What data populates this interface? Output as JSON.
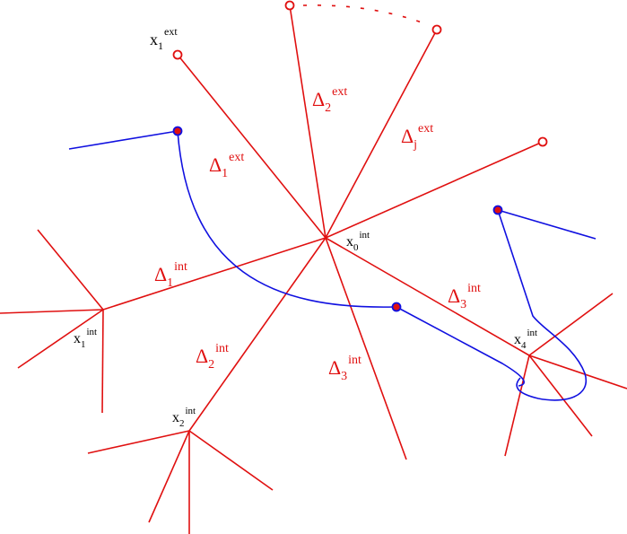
{
  "colors": {
    "red_graph": "#e01010",
    "blue_path": "#1010e0",
    "black_text": "#000000",
    "endpoint_fill_external": "#ffffff",
    "endpoint_fill_blue": "#e01010"
  },
  "labels": {
    "x1_ext": {
      "base": "x",
      "sub": "1",
      "sup": "ext"
    },
    "x0_int": {
      "base": "x",
      "sub": "0",
      "sup": "int"
    },
    "x1_int": {
      "base": "x",
      "sub": "1",
      "sup": "int"
    },
    "x2_int": {
      "base": "x",
      "sub": "2",
      "sup": "int"
    },
    "x4_int": {
      "base": "x",
      "sub": "4",
      "sup": "int"
    },
    "delta1_ext": {
      "base": "Δ",
      "sub": "1",
      "sup": "ext"
    },
    "delta2_ext": {
      "base": "Δ",
      "sub": "2",
      "sup": "ext"
    },
    "deltaj_ext": {
      "base": "Δ",
      "sub": "j",
      "sup": "ext"
    },
    "delta1_int": {
      "base": "Δ",
      "sub": "1",
      "sup": "int"
    },
    "delta2_int": {
      "base": "Δ",
      "sub": "2",
      "sup": "int"
    },
    "delta3_int_upper": {
      "base": "Δ",
      "sub": "3",
      "sup": "int"
    },
    "delta3_int_lower": {
      "base": "Δ",
      "sub": "3",
      "sup": "int"
    }
  }
}
